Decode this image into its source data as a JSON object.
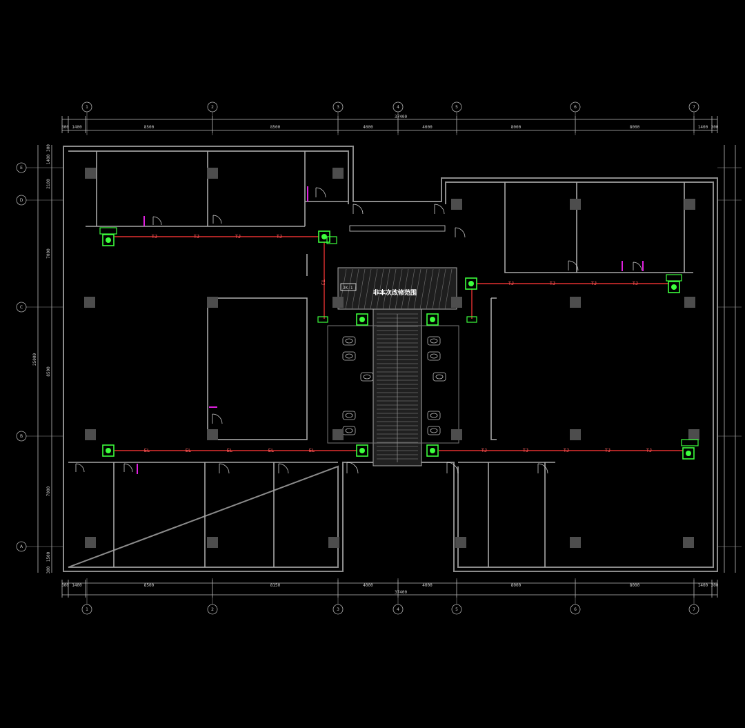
{
  "drawing": {
    "background": "#000000",
    "colors": {
      "wall": "#8c8c8c",
      "partition": "#a8a8a8",
      "column": "#4d4d4d",
      "pipe": "#e53030",
      "device": "#3cff3c",
      "door_accent": "#e020e0",
      "dim_line": "#bdbdbd",
      "text": "#ffffff"
    },
    "top_dims": {
      "labels": [
        "300",
        "1400",
        "8500",
        "8500",
        "4000",
        "4000",
        "8000",
        "8000",
        "1400",
        "300"
      ],
      "total": "37400"
    },
    "bottom_dims": {
      "labels": [
        "300",
        "1400",
        "8500",
        "8150",
        "4000",
        "4000",
        "8000",
        "8000",
        "1400",
        "300"
      ],
      "total": "37400"
    },
    "left_dims": {
      "labels": [
        "300",
        "1400",
        "2100",
        "7000",
        "8500",
        "7000",
        "1500",
        "300"
      ],
      "total": "25000"
    },
    "grid_bubbles_x": [
      "1",
      "2",
      "3",
      "4",
      "5",
      "6",
      "7"
    ],
    "grid_bubbles_y": [
      "E",
      "D",
      "C",
      "B",
      "A"
    ],
    "center_note": "非本次改修范围",
    "shaft_tag": "JK-1",
    "pipe_tag_top": "TJ",
    "pipe_tag_bottom_left": "EL",
    "pipe_tag_bottom_right": "TJ",
    "vertical_pipe_tag": "TJ",
    "icons": [
      "sprinkler-head-icon",
      "door-swing-icon",
      "column-icon",
      "grid-bubble-icon"
    ]
  }
}
